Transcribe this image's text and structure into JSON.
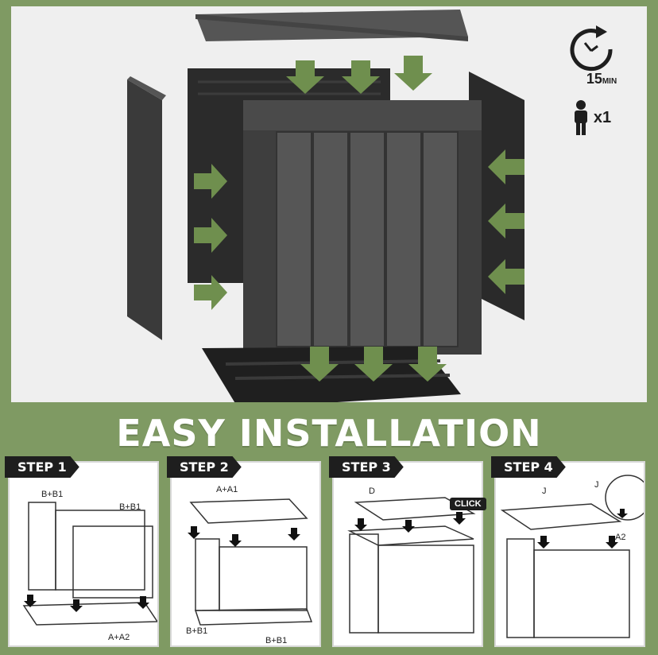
{
  "title": "EASY INSTALLATION",
  "meta": {
    "time_value": "15",
    "time_unit": "MIN",
    "people": "x1"
  },
  "steps": [
    {
      "label": "STEP 1",
      "parts": [
        "B+B1",
        "B+B1",
        "A+A2"
      ]
    },
    {
      "label": "STEP 2",
      "parts": [
        "A+A1",
        "B+B1",
        "B+B1"
      ]
    },
    {
      "label": "STEP 3",
      "parts": [
        "D",
        "CLICK"
      ]
    },
    {
      "label": "STEP 4",
      "parts": [
        "J",
        "J",
        "A2"
      ]
    }
  ],
  "colors": {
    "accent": "#7f9a63",
    "arrow": "#6f8f4e",
    "dark": "#1e1e1e"
  }
}
